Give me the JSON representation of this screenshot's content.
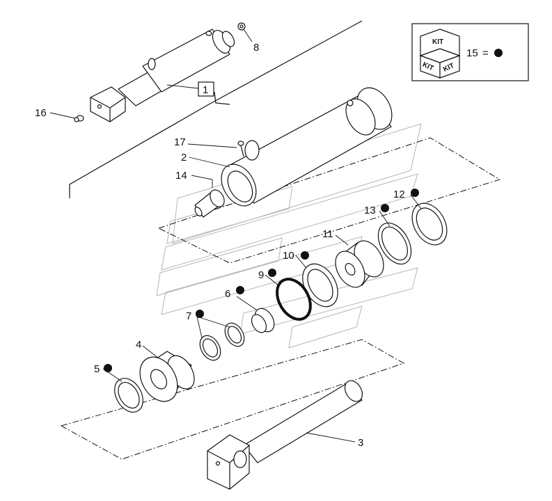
{
  "diagram": {
    "labels": {
      "l1": "1",
      "l2": "2",
      "l3": "3",
      "l4": "4",
      "l5": "5",
      "l6": "6",
      "l7": "7",
      "l8": "8",
      "l9": "9",
      "l10": "10",
      "l11": "11",
      "l12": "12",
      "l13": "13",
      "l14": "14",
      "l16": "16",
      "l17": "17"
    },
    "kit_legend": {
      "kit_word": "KIT",
      "item": "15",
      "equals": "="
    },
    "kit_marked_items": [
      "5",
      "6",
      "7",
      "9",
      "10",
      "12",
      "13"
    ],
    "colors": {
      "ink": "#111111",
      "watermark": "#b5b5b5",
      "background": "#ffffff"
    }
  }
}
